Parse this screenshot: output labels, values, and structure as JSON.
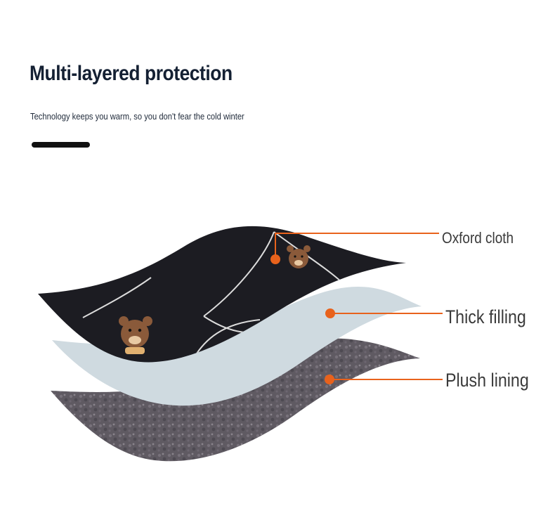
{
  "header": {
    "title": "Multi-layered protection",
    "subtitle": "Technology keeps you warm, so you don't fear the cold winter"
  },
  "layers": [
    {
      "label": "Oxford cloth",
      "icon": "bear-print-icon"
    },
    {
      "label": "Thick filling",
      "icon": "filling-layer-icon"
    },
    {
      "label": "Plush lining",
      "icon": "plush-layer-icon"
    }
  ],
  "colors": {
    "accent": "#e8621c",
    "title": "#142033",
    "oxford": "#1c1c22",
    "filling": "#cfdae0",
    "plush": "#5f5a62"
  }
}
